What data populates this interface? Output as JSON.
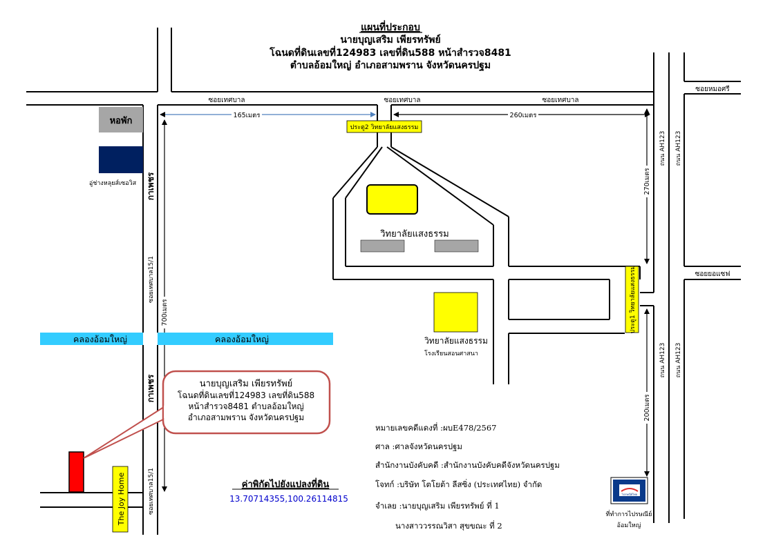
{
  "title": {
    "line1": "แผนที่ประกอบ",
    "line2": "นายบุญเสริม เพียรทรัพย์",
    "line3": "โฉนดที่ดินเลขที่124983 เลขที่ดิน588 หน้าสำรวจ8481",
    "line4": "ตำบลอ้อมใหญ่ อำเภอสามพราน จังหวัดนครปฐม"
  },
  "roads": {
    "soi_thetsaban_left": "ซอยเทศบาล",
    "soi_thetsaban_mid": "ซอยเทศบาล",
    "soi_thetsaban_right": "ซอยเทศบาล",
    "soi_mor_sri": "ซอยหมอศรี",
    "soi_yor_shef": "ซอยยอแซฟ",
    "kaphet_upper": "กาเพชร",
    "kaphet_lower": "กาเพชร",
    "soi_thetsaban_15_upper": "ซอยเทศบาล15/1",
    "soi_thetsaban_15_lower": "ซอยเทศบาล15/1",
    "ah123_1": "ถนน AH123",
    "ah123_2": "ถนน AH123",
    "ah123_3": "ถนน AH123",
    "ah123_4": "ถนน AH123"
  },
  "distances": {
    "d165": "165เมตร",
    "d260": "260เมตร",
    "d270": "270เมตร",
    "d700": "700เมตร",
    "d200": "200เมตร"
  },
  "landmarks": {
    "dorm": "หอพัก",
    "garage": "อู่ช่างหลุยส์เซอวิส",
    "gate2": "ประตู2 วิทยาลัยแสงธรรม",
    "gate1": "ประตู1 วิทยาลัยแสงธรรม",
    "college_main": "วิทยาลัยแสงธรรม",
    "college_lower": "วิทยาลัยแสงธรรม",
    "school": "โรงเรียนสอนศาสนา",
    "joy_home": "The Joy Home",
    "post_office_line1": "ที่ทำการไปรษณีย์",
    "post_office_line2": "อ้อมใหญ่",
    "post_logo_text": "ไปรษณีย์ไทย"
  },
  "canal": {
    "left": "คลองอ้อมใหญ่",
    "right": "คลองอ้อมใหญ่"
  },
  "callout": {
    "line1": "นายบุญเสริม เพียรทรัพย์",
    "line2": "โฉนดที่ดินเลขที่124983 เลขที่ดิน588",
    "line3": "หน้าสำรวจ8481 ตำบลอ้อมใหญ่",
    "line4": "อำเภอสามพราน จังหวัดนครปฐม"
  },
  "coords": {
    "heading": "ค่าพิกัดไปยังแปลงที่ดิน",
    "value": "13.70714355,100.26114815"
  },
  "case_info": {
    "case_no": "หมายเลขคดีแดงที่ :ผบE478/2567",
    "court": "ศาล :ศาลจังหวัดนครปฐม",
    "office": "สำนักงานบังคับคดี :สำนักงานบังคับคดีจังหวัดนครปฐม",
    "plaintiff": "โจทก์ :บริษัท โตโยต้า ลีสซิ่ง (ประเทศไทย) จำกัด",
    "defendant1": "จำเลย :นายบุญเสริม เพียรทรัพย์ ที่ 1",
    "defendant2": "นางสาววรรณวิสา สุขขณะ ที่ 2"
  },
  "colors": {
    "canal": "#33ccff",
    "building_yellow": "#ffff00",
    "dorm_gray": "#a6a6a6",
    "garage_navy": "#002060",
    "plot_red": "#ff0000",
    "callout_border": "#c0504d",
    "arrow_blue": "#4f81bd",
    "coords_blue": "#0000cc"
  }
}
